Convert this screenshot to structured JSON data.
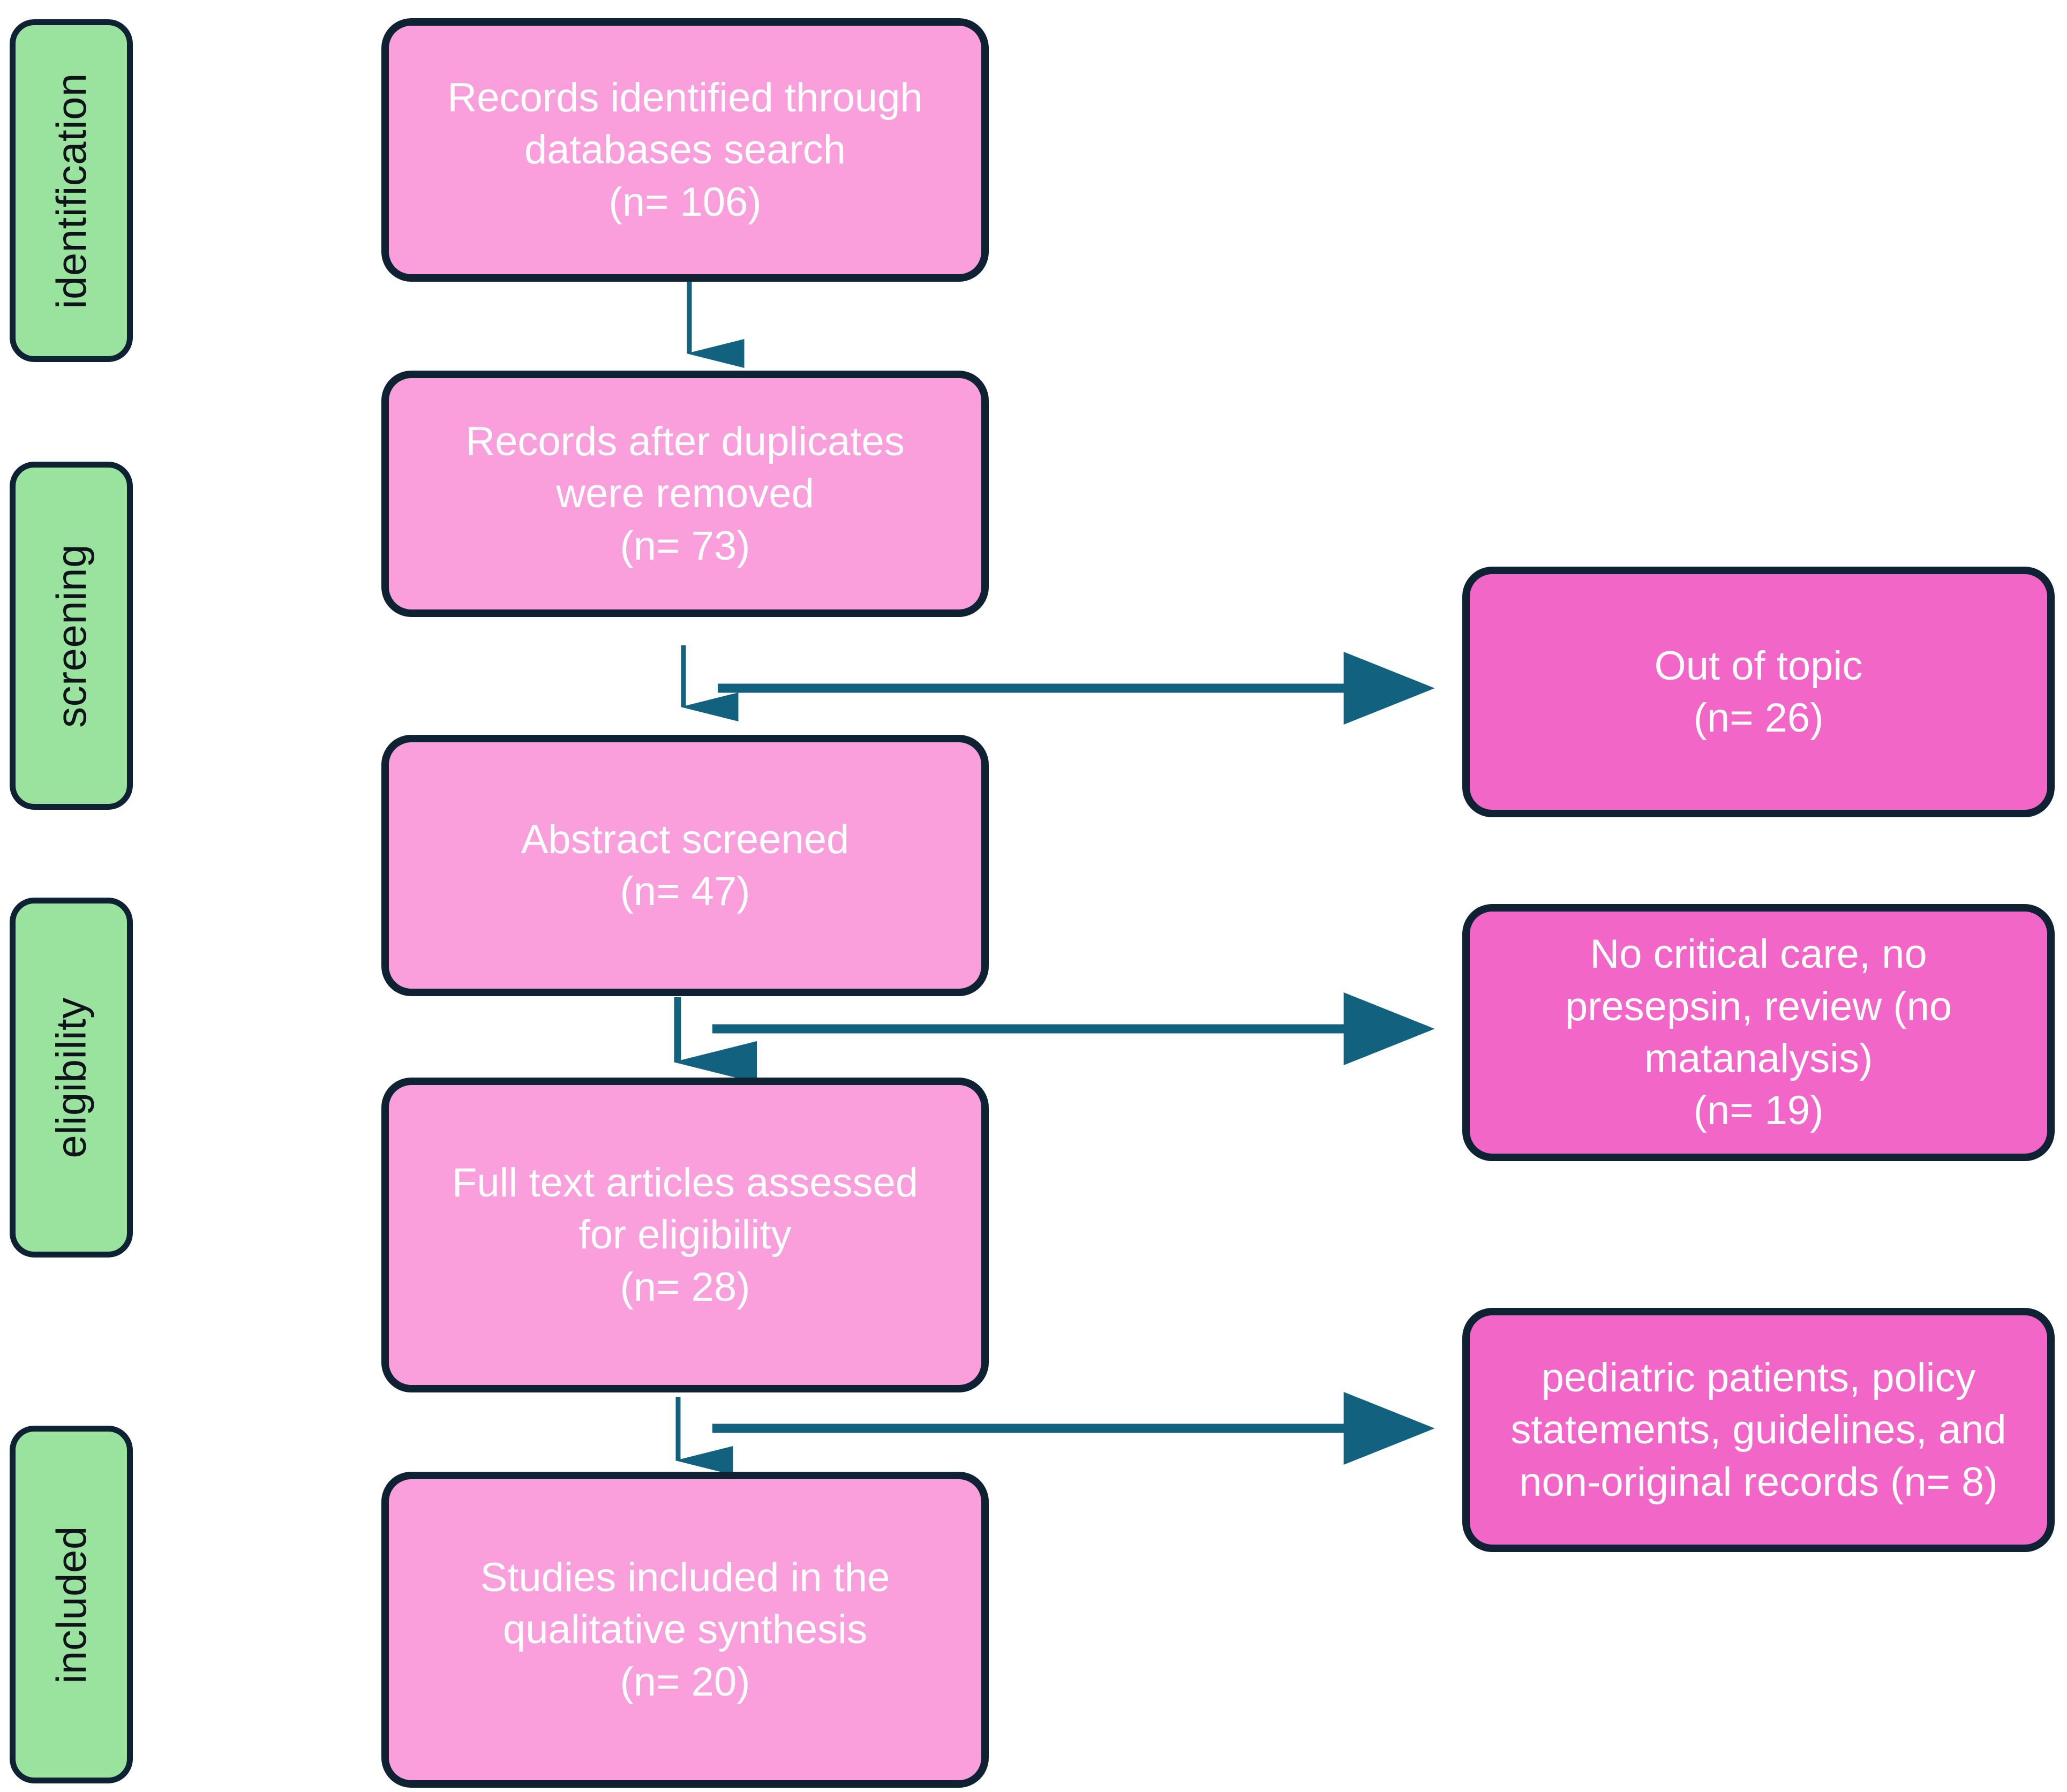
{
  "colors": {
    "box_fill_main": "#F9A0DC",
    "box_fill_excluded": "#F266C8",
    "stage_fill": "#99E39E",
    "box_stroke": "#0E2233",
    "arrow": "#12627F",
    "background": "#FFFFFF",
    "box_text": "#FFFFFF",
    "stage_text": "#10141A"
  },
  "stages": [
    {
      "id": "identification",
      "label": "identification"
    },
    {
      "id": "screening",
      "label": "screening"
    },
    {
      "id": "eligibility",
      "label": "eligibility"
    },
    {
      "id": "included",
      "label": "included"
    }
  ],
  "flow": {
    "main_boxes": [
      {
        "id": "records-identified",
        "text": "Records identified through\ndatabases search\n(n= 106)",
        "n": 106
      },
      {
        "id": "records-after-duplicates",
        "text": "Records after duplicates\nwere removed\n(n= 73)",
        "n": 73
      },
      {
        "id": "abstract-screened",
        "text": "Abstract screened\n(n= 47)",
        "n": 47
      },
      {
        "id": "full-text-assessed",
        "text": "Full text articles assessed\nfor eligibility\n(n= 28)",
        "n": 28
      },
      {
        "id": "studies-included",
        "text": "Studies included in the\nqualitative synthesis\n(n= 20)",
        "n": 20
      }
    ],
    "excluded_boxes": [
      {
        "id": "out-of-topic",
        "text": "Out of topic\n(n= 26)",
        "n": 26
      },
      {
        "id": "no-critical-care",
        "text": "No critical care, no\npresepsin, review (no\nmatanalysis)\n(n= 19)",
        "n": 19
      },
      {
        "id": "pediatric-policy",
        "text": "pediatric patients, policy\nstatements, guidelines, and\nnon-original records (n= 8)",
        "n": 8
      }
    ]
  },
  "chart_data": {
    "type": "diagram",
    "title": "PRISMA flow diagram",
    "nodes": [
      {
        "id": "records-identified",
        "stage": "identification",
        "label": "Records identified through databases search",
        "n": 106
      },
      {
        "id": "records-after-duplicates",
        "stage": "screening",
        "label": "Records after duplicates were removed",
        "n": 73
      },
      {
        "id": "abstract-screened",
        "stage": "screening",
        "label": "Abstract screened",
        "n": 47
      },
      {
        "id": "full-text-assessed",
        "stage": "eligibility",
        "label": "Full text articles assessed for eligibility",
        "n": 28
      },
      {
        "id": "studies-included",
        "stage": "included",
        "label": "Studies included in the qualitative synthesis",
        "n": 20
      },
      {
        "id": "out-of-topic",
        "stage": "screening",
        "label": "Out of topic",
        "n": 26,
        "kind": "excluded"
      },
      {
        "id": "no-critical-care",
        "stage": "eligibility",
        "label": "No critical care, no presepsin, review (no matanalysis)",
        "n": 19,
        "kind": "excluded"
      },
      {
        "id": "pediatric-policy",
        "stage": "included",
        "label": "pediatric patients, policy statements, guidelines, and non-original records",
        "n": 8,
        "kind": "excluded"
      }
    ],
    "edges": [
      {
        "from": "records-identified",
        "to": "records-after-duplicates",
        "direction": "down"
      },
      {
        "from": "records-after-duplicates",
        "to": "abstract-screened",
        "direction": "down"
      },
      {
        "from": "records-after-duplicates",
        "to": "out-of-topic",
        "direction": "right"
      },
      {
        "from": "abstract-screened",
        "to": "full-text-assessed",
        "direction": "down"
      },
      {
        "from": "abstract-screened",
        "to": "no-critical-care",
        "direction": "right"
      },
      {
        "from": "full-text-assessed",
        "to": "studies-included",
        "direction": "down"
      },
      {
        "from": "full-text-assessed",
        "to": "pediatric-policy",
        "direction": "right"
      }
    ]
  }
}
